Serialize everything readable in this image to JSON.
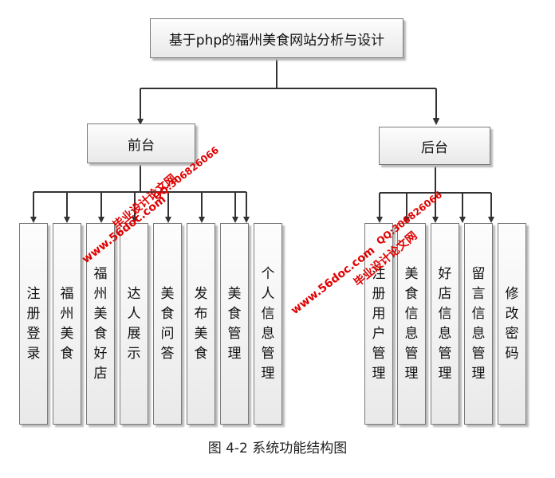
{
  "diagram": {
    "root": "基于php的福州美食网站分析与设计",
    "frontend": {
      "label": "前台",
      "modules": [
        "注册登录",
        "福州美食",
        "福州美食好店",
        "达人展示",
        "美食问答",
        "发布美食",
        "美食管理",
        "个人信息管理"
      ]
    },
    "backend": {
      "label": "后台",
      "modules": [
        "注册用户管理",
        "美食信息管理",
        "好店信息管理",
        "留言信息管理",
        "修改密码"
      ]
    },
    "caption": "图 4-2 系统功能结构图"
  },
  "watermarks": {
    "site": "www.56doc.com",
    "name": "毕业设计论文网",
    "qq": "QQ:306826066"
  }
}
